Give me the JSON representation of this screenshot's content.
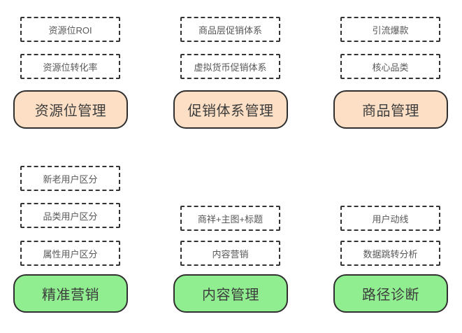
{
  "colors": {
    "background": "#ffffff",
    "peach": "#fcdfc4",
    "green": "#90ee90",
    "shape_border": "#2f2f2f",
    "dash_border": "#333333",
    "item_text": "#575757",
    "pill_text": "#3d3d3d"
  },
  "groups": [
    {
      "name": "resource-slot-management",
      "items": [
        "资源位ROI",
        "资源位转化率"
      ],
      "pill": "资源位管理",
      "pill_fill": "#fcdfc4"
    },
    {
      "name": "promotion-system-management",
      "items": [
        "商品层促销体系",
        "虚拟货币促销体系"
      ],
      "pill": "促销体系管理",
      "pill_fill": "#fcdfc4"
    },
    {
      "name": "product-management",
      "items": [
        "引流爆款",
        "核心品类"
      ],
      "pill": "商品管理",
      "pill_fill": "#fcdfc4"
    },
    {
      "name": "precision-marketing",
      "items": [
        "新老用户区分",
        "品类用户区分",
        "属性用户区分"
      ],
      "pill": "精准营销",
      "pill_fill": "#90ee90"
    },
    {
      "name": "content-management",
      "items": [
        "商祥+主图+标题",
        "内容营销"
      ],
      "pill": "内容管理",
      "pill_fill": "#90ee90"
    },
    {
      "name": "path-diagnosis",
      "items": [
        "用户动线",
        "数据跳转分析"
      ],
      "pill": "路径诊断",
      "pill_fill": "#90ee90"
    }
  ]
}
